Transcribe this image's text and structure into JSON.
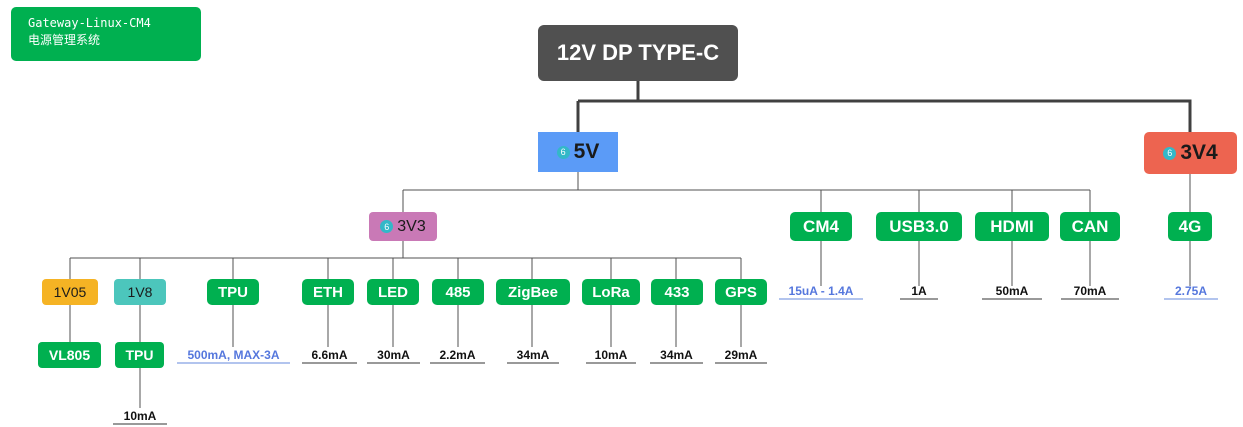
{
  "title": {
    "line1": "Gateway-Linux-CM4",
    "line2": "电源管理系统"
  },
  "root": {
    "label": "12V DP TYPE-C"
  },
  "colors": {
    "green": "#00b050",
    "root": "#505050",
    "blue": "#5b9bf7",
    "red": "#ed6450",
    "pink": "#c979b6",
    "orange": "#f5b324",
    "teal": "#4cc6bc",
    "badge": "#33b8c8",
    "link_blue": "#5577dd"
  },
  "badge_icon": "6",
  "rails": {
    "v5": "5V",
    "v3v4": "3V4",
    "v3v3": "3V3",
    "v1v05": "1V05",
    "v1v8": "1V8"
  },
  "modules_5v": [
    {
      "name": "CM4",
      "current": "15uA - 1.4A"
    },
    {
      "name": "USB3.0",
      "current": "1A"
    },
    {
      "name": "HDMI",
      "current": "50mA"
    },
    {
      "name": "CAN",
      "current": "70mA"
    }
  ],
  "modules_3v4": [
    {
      "name": "4G",
      "current": "2.75A"
    }
  ],
  "modules_3v3": [
    {
      "name": "TPU",
      "current": "500mA, MAX-3A"
    },
    {
      "name": "ETH",
      "current": "6.6mA"
    },
    {
      "name": "LED",
      "current": "30mA"
    },
    {
      "name": "485",
      "current": "2.2mA"
    },
    {
      "name": "ZigBee",
      "current": "34mA"
    },
    {
      "name": "LoRa",
      "current": "10mA"
    },
    {
      "name": "433",
      "current": "34mA"
    },
    {
      "name": "GPS",
      "current": "29mA"
    }
  ],
  "sub_1v05": {
    "name": "VL805"
  },
  "sub_1v8": {
    "name": "TPU",
    "current": "10mA"
  }
}
